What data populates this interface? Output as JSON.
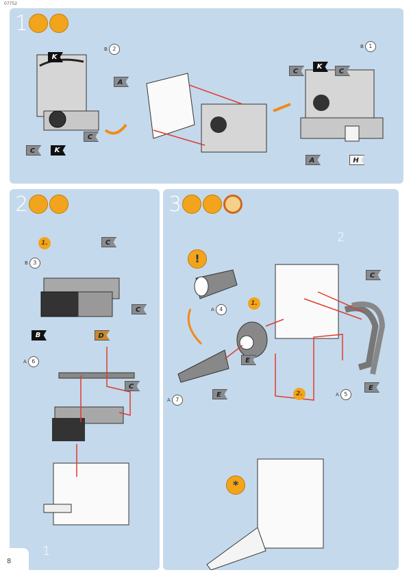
{
  "document": {
    "code": "07752",
    "page_number": "8"
  },
  "colors": {
    "panel": "#c5d9ec",
    "accent_orange": "#f2a51c",
    "arrow_red": "#e03a2a"
  },
  "steps": [
    {
      "number": "1",
      "icons": [
        "glue-icon",
        "paint-icon"
      ],
      "part_refs": [
        {
          "sprue": "B",
          "num": "2"
        },
        {
          "sprue": "B",
          "num": "1"
        }
      ],
      "tags": [
        "K",
        "A",
        "C",
        "C",
        "K",
        "C",
        "K",
        "C",
        "A",
        "H"
      ]
    },
    {
      "number": "2",
      "icons": [
        "glue-icon",
        "paint-icon"
      ],
      "sequence": [
        "1."
      ],
      "part_refs": [
        {
          "sprue": "B",
          "num": "3"
        },
        {
          "sprue": "A",
          "num": "6"
        }
      ],
      "tags": [
        "C",
        "C",
        "B",
        "D",
        "C"
      ],
      "assembly_ref": "1"
    },
    {
      "number": "3",
      "icons": [
        "glue-icon",
        "paint-icon",
        "clock-icon"
      ],
      "sequence": [
        "1.",
        "2."
      ],
      "part_refs": [
        {
          "sprue": "A",
          "num": "4"
        },
        {
          "sprue": "A",
          "num": "7"
        },
        {
          "sprue": "A",
          "num": "5"
        }
      ],
      "tags": [
        "C",
        "E",
        "E",
        "E"
      ],
      "assembly_ref": "2",
      "notes": [
        "attention-icon",
        "finished-asterisk-icon"
      ]
    }
  ]
}
